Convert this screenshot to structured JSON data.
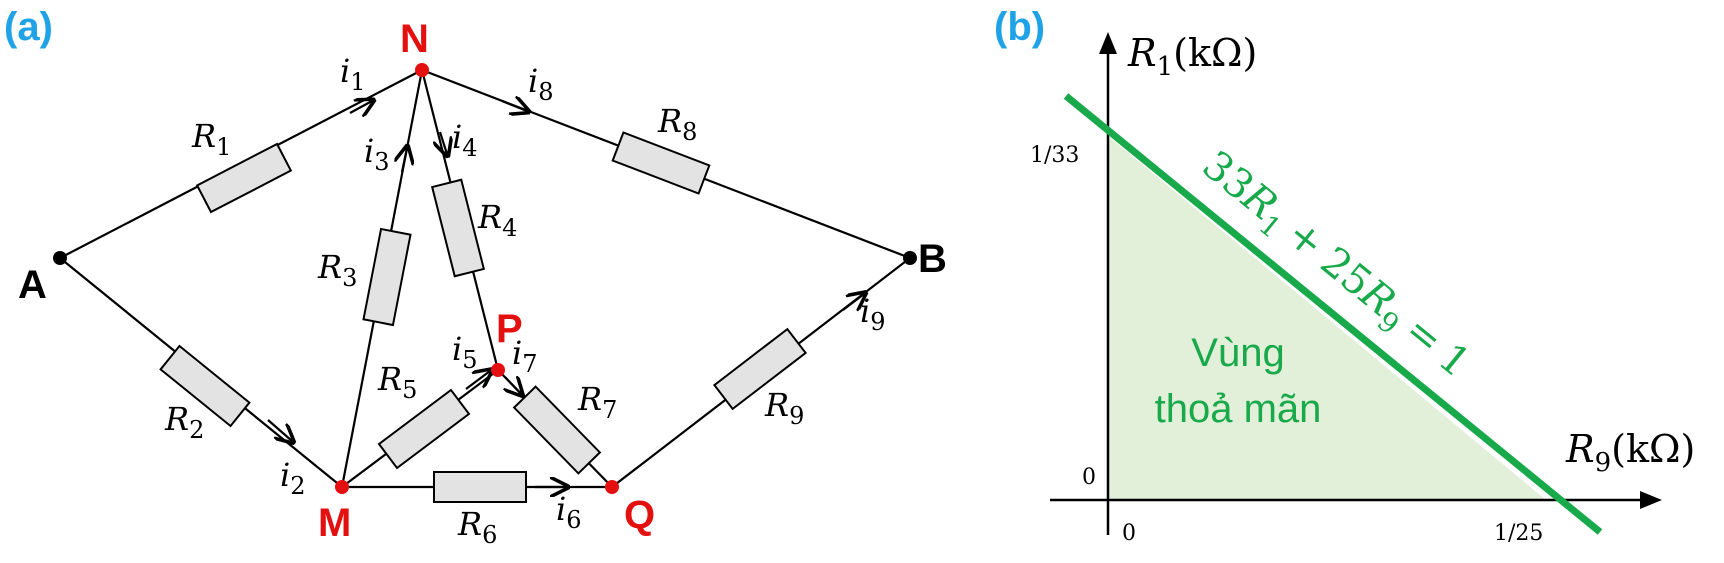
{
  "panel_a": {
    "tag": "(a)",
    "nodes": {
      "A": "A",
      "B": "B",
      "N": "N",
      "M": "M",
      "P": "P",
      "Q": "Q"
    },
    "resistors": [
      {
        "name": "R",
        "sub": "1"
      },
      {
        "name": "R",
        "sub": "2"
      },
      {
        "name": "R",
        "sub": "3"
      },
      {
        "name": "R",
        "sub": "4"
      },
      {
        "name": "R",
        "sub": "5"
      },
      {
        "name": "R",
        "sub": "6"
      },
      {
        "name": "R",
        "sub": "7"
      },
      {
        "name": "R",
        "sub": "8"
      },
      {
        "name": "R",
        "sub": "9"
      }
    ],
    "currents": [
      {
        "name": "i",
        "sub": "1"
      },
      {
        "name": "i",
        "sub": "2"
      },
      {
        "name": "i",
        "sub": "3"
      },
      {
        "name": "i",
        "sub": "4"
      },
      {
        "name": "i",
        "sub": "5"
      },
      {
        "name": "i",
        "sub": "6"
      },
      {
        "name": "i",
        "sub": "7"
      },
      {
        "name": "i",
        "sub": "8"
      },
      {
        "name": "i",
        "sub": "9"
      }
    ]
  },
  "panel_b": {
    "tag": "(b)",
    "y_axis_label": {
      "name": "R",
      "sub": "1",
      "unit": "(kΩ)"
    },
    "x_axis_label": {
      "name": "R",
      "sub": "9",
      "unit": "(kΩ)"
    },
    "y_tick_top": "1/33",
    "y_tick_zero": "0",
    "x_tick_zero": "0",
    "x_tick_right": "1/25",
    "region_line1": "Vùng",
    "region_line2": "thoả mãn",
    "equation": {
      "a": "33",
      "b": "25",
      "r1_sub": "1",
      "r9_sub": "9",
      "plus": "+",
      "eq": "=",
      "rhs": "1"
    }
  },
  "colors": {
    "tag": "#1fa3e6",
    "node_red": "#e41010",
    "line_green": "#18a94a",
    "region_fill": "#e2efd9",
    "resistor_fill": "#e3e3e3"
  }
}
